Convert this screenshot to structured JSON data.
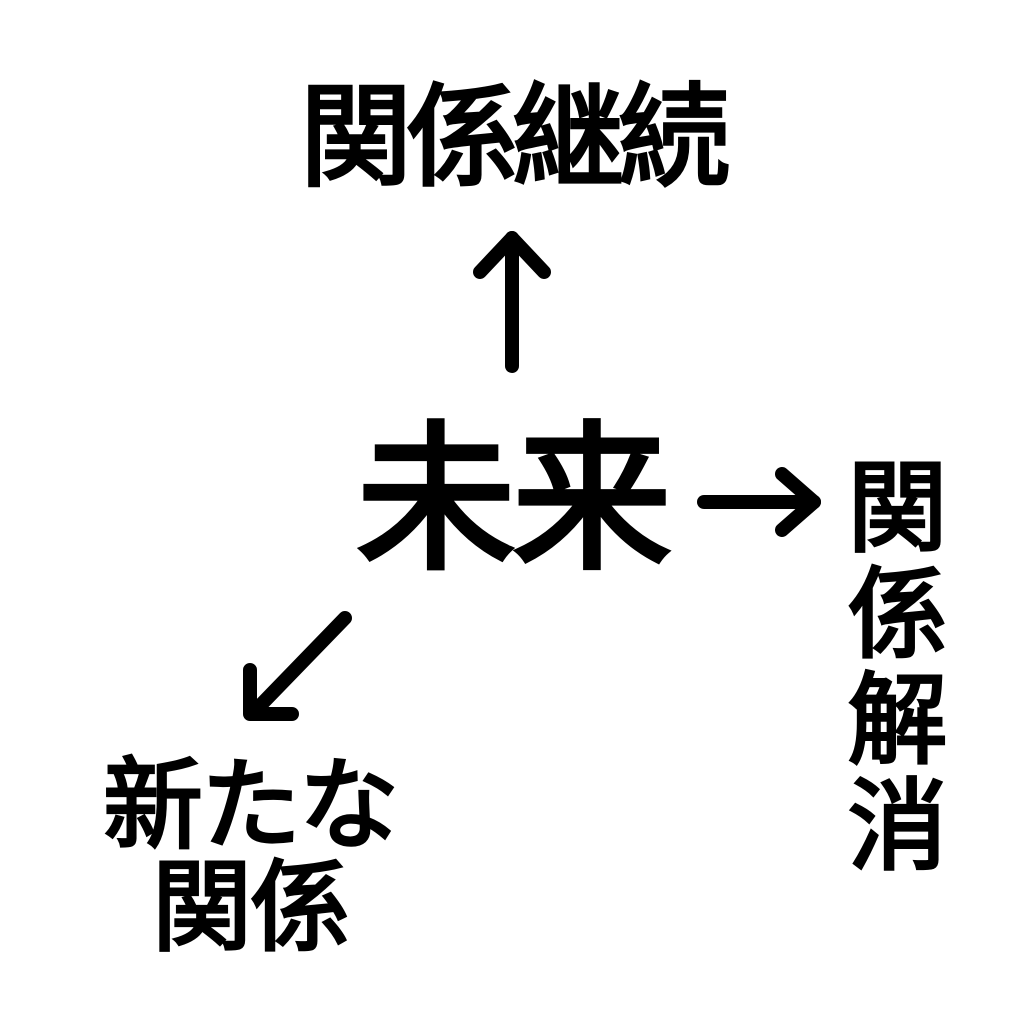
{
  "diagram": {
    "center": "未来",
    "up": "関係継続",
    "right": "関係解消",
    "down_left": "新たな\n関係"
  },
  "colors": {
    "background": "#ffffff",
    "foreground": "#000000"
  }
}
